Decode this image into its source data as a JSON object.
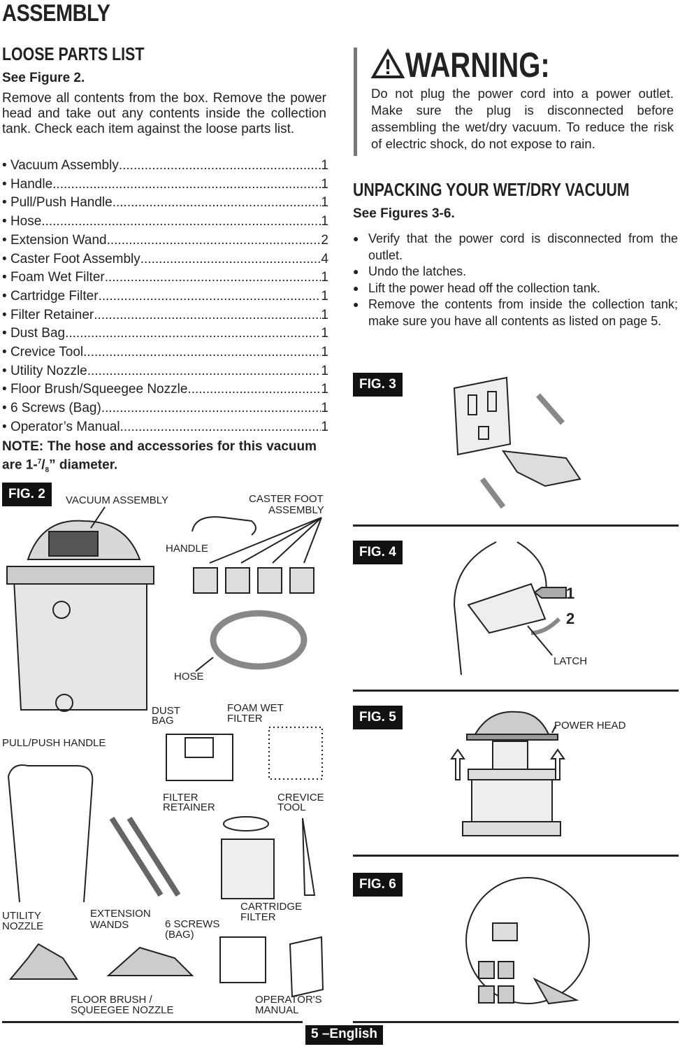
{
  "page_title": "ASSEMBLY",
  "loose_parts": {
    "heading": "LOOSE PARTS LIST",
    "see": "See Figure 2.",
    "intro": "Remove all contents from the box. Remove the power head and take out any contents inside the collection tank. Check each item against the loose parts list.",
    "items": [
      {
        "name": "Vacuum Assembly",
        "qty": "1"
      },
      {
        "name": "Handle",
        "qty": "1"
      },
      {
        "name": "Pull/Push Handle",
        "qty": "1"
      },
      {
        "name": "Hose",
        "qty": "1"
      },
      {
        "name": "Extension Wand",
        "qty": "2"
      },
      {
        "name": "Caster Foot Assembly",
        "qty": "4"
      },
      {
        "name": "Foam Wet Filter",
        "qty": "1"
      },
      {
        "name": "Cartridge Filter",
        "qty": "1"
      },
      {
        "name": "Filter Retainer",
        "qty": "1"
      },
      {
        "name": "Dust Bag",
        "qty": "1"
      },
      {
        "name": "Crevice Tool",
        "qty": "1"
      },
      {
        "name": "Utility Nozzle",
        "qty": "1"
      },
      {
        "name": "Floor Brush/Squeegee Nozzle",
        "qty": "1"
      },
      {
        "name": "6 Screws (Bag)",
        "qty": "1"
      },
      {
        "name": "Operator’s Manual",
        "qty": "1"
      }
    ],
    "note_a": "NOTE: The hose and accessories for this vacuum are 1-",
    "note_num": "7",
    "note_den": "8",
    "note_b": "” diameter."
  },
  "fig2": {
    "tag": "FIG. 2",
    "labels": {
      "vacuum_assembly": "VACUUM ASSEMBLY",
      "caster1": "CASTER FOOT",
      "caster2": "ASSEMBLY",
      "handle": "HANDLE",
      "hose": "HOSE",
      "dust1": "DUST",
      "dust2": "BAG",
      "foam1": "FOAM WET",
      "foam2": "FILTER",
      "pullpush": "PULL/PUSH HANDLE",
      "ret1": "FILTER",
      "ret2": "RETAINER",
      "crev1": "CREVICE",
      "crev2": "TOOL",
      "cart1": "CARTRIDGE",
      "cart2": "FILTER",
      "util1": "UTILITY",
      "util2": "NOZZLE",
      "ext1": "EXTENSION",
      "ext2": "WANDS",
      "scr1": "6 SCREWS",
      "scr2": "(BAG)",
      "floor1": "FLOOR BRUSH /",
      "floor2": "SQUEEGEE NOZZLE",
      "man1": "OPERATOR'S",
      "man2": "MANUAL"
    }
  },
  "warning": {
    "title": "WARNING:",
    "text": "Do not plug the power cord into a power outlet. Make sure the plug is disconnected before assembling the wet/dry vacuum. To reduce the risk of electric shock, do not expose to rain."
  },
  "unpacking": {
    "heading": "UNPACKING YOUR WET/DRY VACUUM",
    "see": "See Figures 3-6.",
    "bullets": [
      "Verify that the power cord is disconnected from the outlet.",
      "Undo the latches.",
      "Lift the power head off the collection tank.",
      "Remove the contents from inside the collection tank; make sure you have all contents as listed on page 5."
    ]
  },
  "fig3": {
    "tag": "FIG. 3"
  },
  "fig4": {
    "tag": "FIG. 4",
    "step1": "1",
    "step2": "2",
    "latch": "LATCH"
  },
  "fig5": {
    "tag": "FIG. 5",
    "power_head": "POWER HEAD"
  },
  "fig6": {
    "tag": "FIG. 6"
  },
  "footer": {
    "page": "5 –English"
  }
}
